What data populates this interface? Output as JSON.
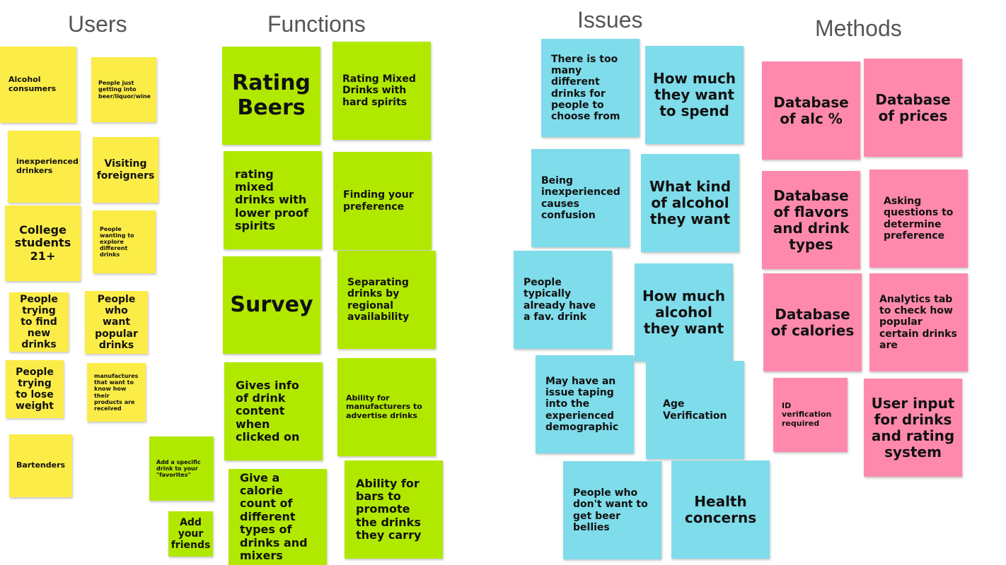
{
  "headings": {
    "users": "Users",
    "functions": "Functions",
    "issues": "Issues",
    "methods": "Methods"
  },
  "colors": {
    "users_note": "#fcec47",
    "functions_note": "#b1e800",
    "issues_note": "#7fdcea",
    "methods_note": "#ff89ad",
    "heading_text": "#555555"
  },
  "users": [
    "Alcohol consumers",
    "People just getting into beer/liquor/wine",
    "inexperienced drinkers",
    "Visiting foreigners",
    "College students 21+",
    "People wanting to explore different drinks",
    "People trying to find new drinks",
    "People who want popular drinks",
    "People trying to lose weight",
    "manufactures that want to know how their products are received",
    "Bartenders"
  ],
  "functions": [
    "Rating Beers",
    "Rating Mixed Drinks with hard spirits",
    "rating mixed drinks with lower proof spirits",
    "Finding your preference",
    "Survey",
    "Separating drinks by regional availability",
    "Gives info of drink content when clicked on",
    "Ability for manufacturers to advertise drinks",
    "Give a calorie count of different types of drinks and mixers",
    "Ability for bars to promote the drinks they carry",
    "Add a specific drink to your \"favorites\"",
    "Add your friends"
  ],
  "issues": [
    "There is too many different drinks for people to choose from",
    "How much they want to spend",
    "Being inexperienced causes confusion",
    "What kind of alcohol they want",
    "People typically already have a fav. drink",
    "How much alcohol they want",
    "May have an issue taping into the experienced demographic",
    "Age Verification",
    "People who don't want to get beer bellies",
    "Health concerns"
  ],
  "methods": [
    "Database of alc %",
    "Database of prices",
    "Database of flavors and drink types",
    "Asking questions to determine preference",
    "Database of calories",
    "Analytics tab to check how popular certain drinks are",
    "ID verification required",
    "User input for drinks and rating system"
  ]
}
